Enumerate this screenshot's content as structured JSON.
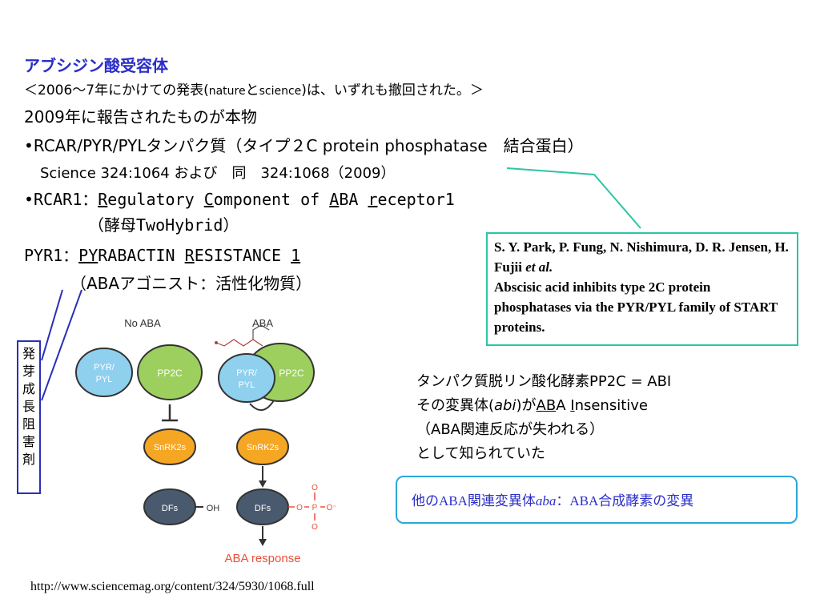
{
  "heading": "アブシジン酸受容体",
  "subtitle_a": "＜2006～7年にかけての発表(",
  "subtitle_b": "nature",
  "subtitle_c": "と",
  "subtitle_d": "science",
  "subtitle_e": ")は、いずれも撤回された。＞",
  "line_2009": "2009年に報告されたものが本物",
  "line_rcar": "•RCAR/PYR/PYLタンパク質（タイプ２C protein phosphatase　結合蛋白）",
  "line_science": "Science 324:1064 および　同　324:1068（2009）",
  "rcar1_prefix": "•RCAR1：",
  "rcar1_R": "R",
  "rcar1_a": "egulatory ",
  "rcar1_C": "C",
  "rcar1_b": "omponent of ",
  "rcar1_A": "A",
  "rcar1_c": "BA ",
  "rcar1_r": "r",
  "rcar1_d": "eceptor1",
  "yeast": "（酵母TwoHybrid）",
  "pyr1_prefix": "PYR1：",
  "pyr1_PY": "PY",
  "pyr1_a": "RABACTIN ",
  "pyr1_R": "R",
  "pyr1_b": "ESISTANCE ",
  "pyr1_1": "1",
  "agonist": "（ABAアゴニスト：活性化物質）",
  "reference": {
    "authors": "S. Y. Park, P. Fung, N. Nishimura, D. R. Jensen, H. Fujii",
    "etal": "et al.",
    "title": "Abscisic acid inhibits type 2C protein phosphatases via the PYR/PYL family of START proteins."
  },
  "vertical_chars": [
    "発",
    "芽",
    "成",
    "長",
    "阻",
    "害",
    "剤"
  ],
  "notes": {
    "line1": "タンパク質脱リン酸化酵素PP2C = ABI",
    "line2_a": "その変異体(",
    "line2_abi": "abi",
    "line2_b": ")が",
    "line2_AB": "AB",
    "line2_c": "A ",
    "line2_I": "I",
    "line2_d": "nsensitive",
    "line3": "（ABA関連反応が失われる）",
    "line4": "として知られていた"
  },
  "bluebox": {
    "prefix": "他のABA関連変異体",
    "aba": "aba",
    "suffix": "：ABA合成酵素の変異"
  },
  "diagram": {
    "label_no_aba": "No ABA",
    "label_aba": "ABA",
    "pyr_pyl": "PYR/ PYL",
    "pyr_line1": "PYR/",
    "pyr_line2": "PYL",
    "pp2c": "PP2C",
    "snrk2s": "SnRK2s",
    "dfs": "DFs",
    "oh": "OH",
    "phos_o": "O",
    "phos_p": "P",
    "phos_minus": "O⁻",
    "aba_response": "ABA response",
    "colors": {
      "pyr": "#8fd0ef",
      "pp2c": "#9ccf5e",
      "snrk": "#f5a623",
      "dfs": "#4a5a6e",
      "response": "#e8503a"
    }
  },
  "url": "http://www.sciencemag.org/content/324/5930/1068.full"
}
